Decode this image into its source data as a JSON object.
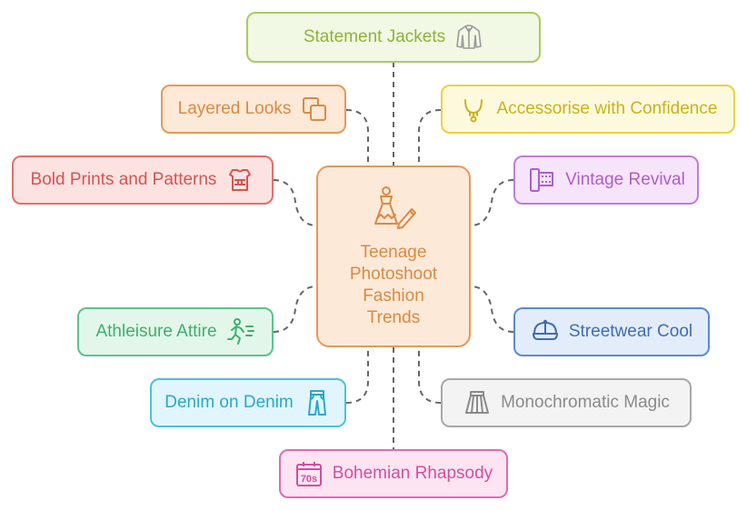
{
  "center": {
    "title": "Teenage\nPhotoshoot\nFashion\nTrends",
    "icon": "dress-pencil-icon",
    "color": "#D98A45"
  },
  "nodes": [
    {
      "id": "statement-jackets",
      "label": "Statement Jackets",
      "icon": "jacket-icon",
      "color": "#8DB33A"
    },
    {
      "id": "layered-looks",
      "label": "Layered Looks",
      "icon": "layers-icon",
      "color": "#D98A45"
    },
    {
      "id": "accessorise",
      "label": "Accessorise with Confidence",
      "icon": "necklace-icon",
      "color": "#C9B31B"
    },
    {
      "id": "bold-prints",
      "label": "Bold Prints and Patterns",
      "icon": "pattern-shirt-icon",
      "color": "#D9534F"
    },
    {
      "id": "vintage-revival",
      "label": "Vintage Revival",
      "icon": "film-roll-icon",
      "color": "#B05CC9"
    },
    {
      "id": "athleisure",
      "label": "Athleisure Attire",
      "icon": "running-person-icon",
      "color": "#3EAF6E"
    },
    {
      "id": "streetwear",
      "label": "Streetwear Cool",
      "icon": "cap-icon",
      "color": "#3D6DB3"
    },
    {
      "id": "denim",
      "label": "Denim on Denim",
      "icon": "jeans-icon",
      "color": "#2BA8C9"
    },
    {
      "id": "monochromatic",
      "label": "Monochromatic Magic",
      "icon": "skirt-icon",
      "color": "#8A8A8A"
    },
    {
      "id": "bohemian",
      "label": "Bohemian Rhapsody",
      "icon": "seventies-calendar-icon",
      "color": "#D24F9F",
      "icon_text": "70s"
    }
  ]
}
